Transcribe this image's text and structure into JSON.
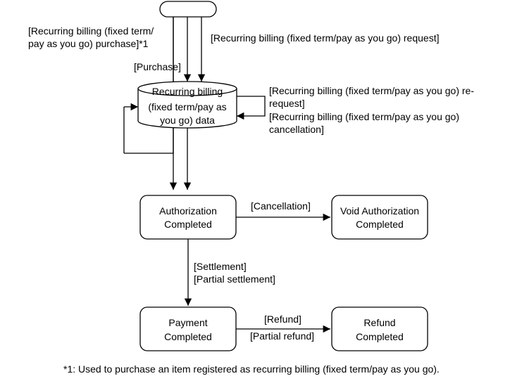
{
  "nodes": {
    "start": {
      "label": ""
    },
    "recurring_data": {
      "lines": [
        "Recurring billing",
        "(fixed term/pay as",
        "you go) data"
      ]
    },
    "authorization": {
      "lines": [
        "Authorization",
        "Completed"
      ]
    },
    "void_authorization": {
      "lines": [
        "Void Authorization",
        "Completed"
      ]
    },
    "payment": {
      "lines": [
        "Payment",
        "Completed"
      ]
    },
    "refund": {
      "lines": [
        "Refund",
        "Completed"
      ]
    }
  },
  "edge_labels": {
    "recurring_purchase": [
      "[Recurring billing (fixed term/",
      "pay as you go) purchase]*1"
    ],
    "recurring_request": "[Recurring billing (fixed term/pay as you go) request]",
    "purchase": "[Purchase]",
    "rerequest": [
      "[Recurring billing (fixed term/pay as you go) re-",
      "request]"
    ],
    "cancellation_recurring": [
      "[Recurring billing (fixed term/pay as you go)",
      "cancellation]"
    ],
    "cancellation": "[Cancellation]",
    "settlement": [
      "[Settlement]",
      "[Partial settlement]"
    ],
    "refund": "[Refund]",
    "partial_refund": "[Partial refund]"
  },
  "footnote": "*1: Used to purchase an item registered as recurring billing (fixed term/pay as you go)."
}
